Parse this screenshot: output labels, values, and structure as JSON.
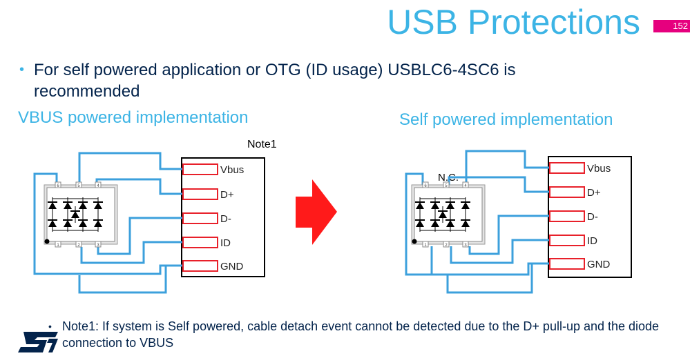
{
  "slide": {
    "title": "USB Protections",
    "page_number": "152",
    "bullet": "For self powered application or OTG (ID usage) USBLC6-4SC6 is recommended",
    "left_heading": "VBUS powered implementation",
    "right_heading": "Self powered implementation",
    "note_label": "Note1",
    "nc_label": "N.C.",
    "footnote": "Note1: If system is Self powered, cable detach event cannot be detected due to the D+ pull-up and the diode connection to VBUS"
  },
  "connector_pins": [
    "Vbus",
    "D+",
    "D-",
    "ID",
    "GND"
  ],
  "ic_pin_numbers": {
    "top": [
      "6",
      "5",
      "4"
    ],
    "bottom": [
      "1",
      "2",
      "3"
    ]
  },
  "colors": {
    "title": "#3cb4e5",
    "text": "#03234b",
    "wire": "#3ca0dc",
    "pin": "#e8202a",
    "arrow": "#ff1a1a",
    "badge": "#e6007e"
  },
  "icons": {
    "arrow": "red-right-arrow-icon",
    "logo": "st-logo-icon"
  }
}
